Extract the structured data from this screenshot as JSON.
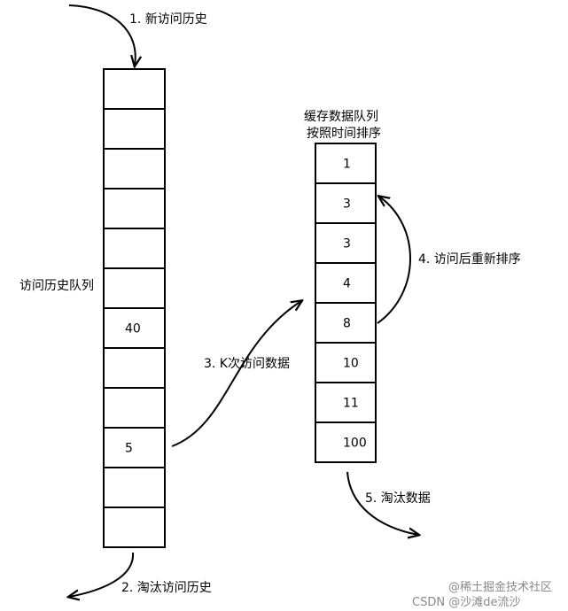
{
  "labels": {
    "new_history": "1. 新访问历史",
    "evict_history": "2. 淘汰访问历史",
    "k_access": "3. K次访问数据",
    "reorder": "4. 访问后重新排序",
    "evict_data": "5. 淘汰数据",
    "history_queue": "访问历史队列",
    "cache_queue_line1": "缓存数据队列",
    "cache_queue_line2": "按照时间排序"
  },
  "history_queue": {
    "cells": [
      "",
      "",
      "",
      "",
      "",
      "",
      "40",
      "",
      "",
      "5",
      "",
      ""
    ]
  },
  "cache_queue": {
    "cells": [
      "1",
      "3",
      "3",
      "4",
      "8",
      "10",
      "11",
      "100"
    ]
  },
  "watermark": {
    "text_line1": "@稀土掘金技术社区",
    "text_line2": "CSDN @沙滩de流沙"
  }
}
